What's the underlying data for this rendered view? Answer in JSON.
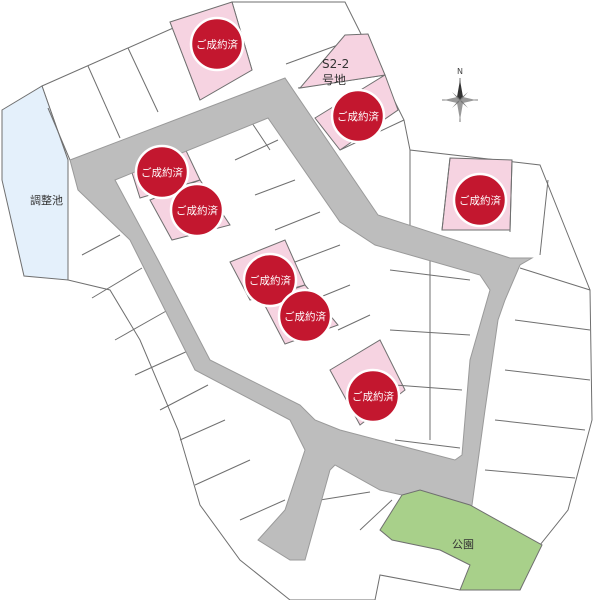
{
  "map": {
    "sold_label": "ご成約済",
    "pond_label": "調整池",
    "park_label": "公園",
    "lot_label_line1": "S2-2",
    "lot_label_line2": "号地",
    "compass_label": "N"
  },
  "colors": {
    "sold_badge": "#c3172f",
    "sold_lot": "#f6d3e1",
    "road": "#bdbdbd",
    "pond": "#e4f0fb",
    "park": "#a8d08a"
  },
  "icons": {
    "compass": "compass-rose-icon"
  }
}
